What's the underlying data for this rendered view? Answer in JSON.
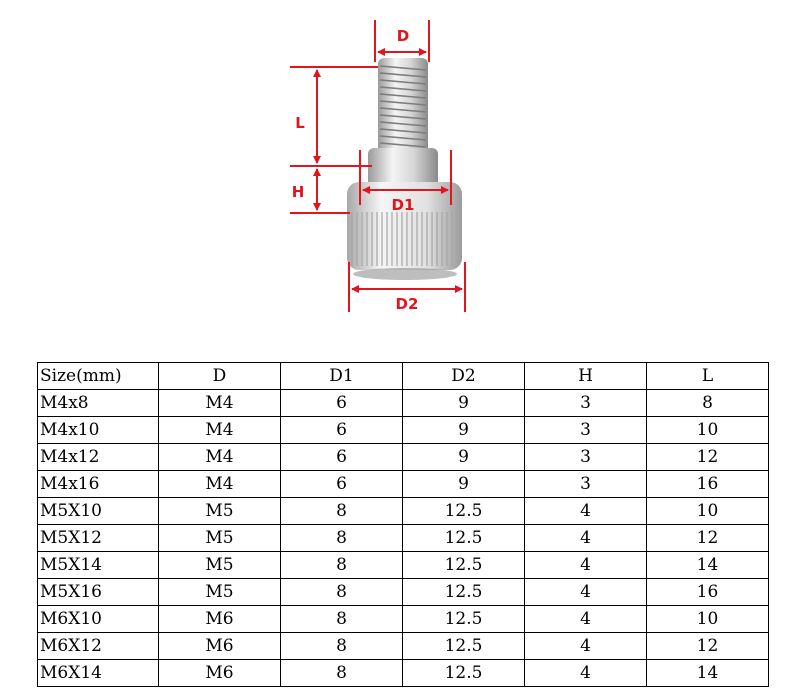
{
  "diagram": {
    "labels": {
      "d": "D",
      "l": "L",
      "h": "H",
      "d1": "D1",
      "d2": "D2"
    },
    "colors": {
      "dimension": "#e0151d",
      "metal_light": "#f2f2f2",
      "metal_mid": "#cfcfcf",
      "metal_dark": "#8e8e8e"
    }
  },
  "table": {
    "headers": [
      "Size(mm)",
      "D",
      "D1",
      "D2",
      "H",
      "L"
    ],
    "rows": [
      [
        "M4x8",
        "M4",
        "6",
        "9",
        "3",
        "8"
      ],
      [
        "M4x10",
        "M4",
        "6",
        "9",
        "3",
        "10"
      ],
      [
        "M4x12",
        "M4",
        "6",
        "9",
        "3",
        "12"
      ],
      [
        "M4x16",
        "M4",
        "6",
        "9",
        "3",
        "16"
      ],
      [
        "M5X10",
        "M5",
        "8",
        "12.5",
        "4",
        "10"
      ],
      [
        "M5X12",
        "M5",
        "8",
        "12.5",
        "4",
        "12"
      ],
      [
        "M5X14",
        "M5",
        "8",
        "12.5",
        "4",
        "14"
      ],
      [
        "M5X16",
        "M5",
        "8",
        "12.5",
        "4",
        "16"
      ],
      [
        "M6X10",
        "M6",
        "8",
        "12.5",
        "4",
        "10"
      ],
      [
        "M6X12",
        "M6",
        "8",
        "12.5",
        "4",
        "12"
      ],
      [
        "M6X14",
        "M6",
        "8",
        "12.5",
        "4",
        "14"
      ]
    ]
  }
}
